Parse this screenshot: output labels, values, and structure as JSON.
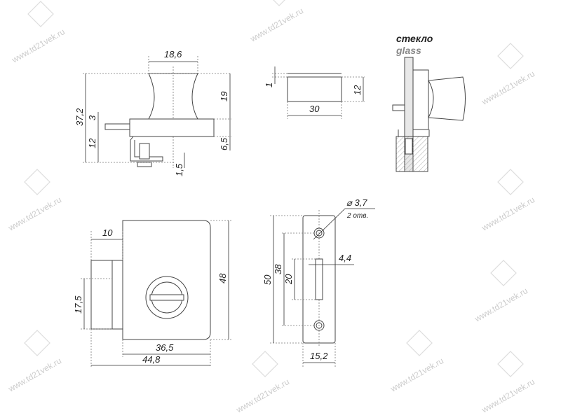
{
  "watermark": "www.td21vek.ru",
  "glass_label": {
    "ru": "стекло",
    "en": "glass"
  },
  "side_view": {
    "width_knob": "18,6",
    "height_total": "37,2",
    "knob_height": "19",
    "pin_thickness": "3",
    "bracket_height": "12",
    "plate_height": "6,5",
    "screw_offset": "1,5"
  },
  "plate_view": {
    "offset": "1",
    "height": "12",
    "width": "30"
  },
  "front_view": {
    "left_offset": "10",
    "bolt_height": "17,5",
    "height": "48",
    "body_width": "36,5",
    "total_width": "44,8"
  },
  "strike_view": {
    "hole_diameter": "⌀ 3,7",
    "hole_count": "2 отв.",
    "length": "50",
    "hole_spacing": "38",
    "slot_length": "20",
    "slot_width": "4,4",
    "width": "15,2"
  },
  "colors": {
    "line": "#444444",
    "glass_label_ru": "#222222",
    "glass_label_en": "#888888",
    "watermark": "#cccccc"
  }
}
